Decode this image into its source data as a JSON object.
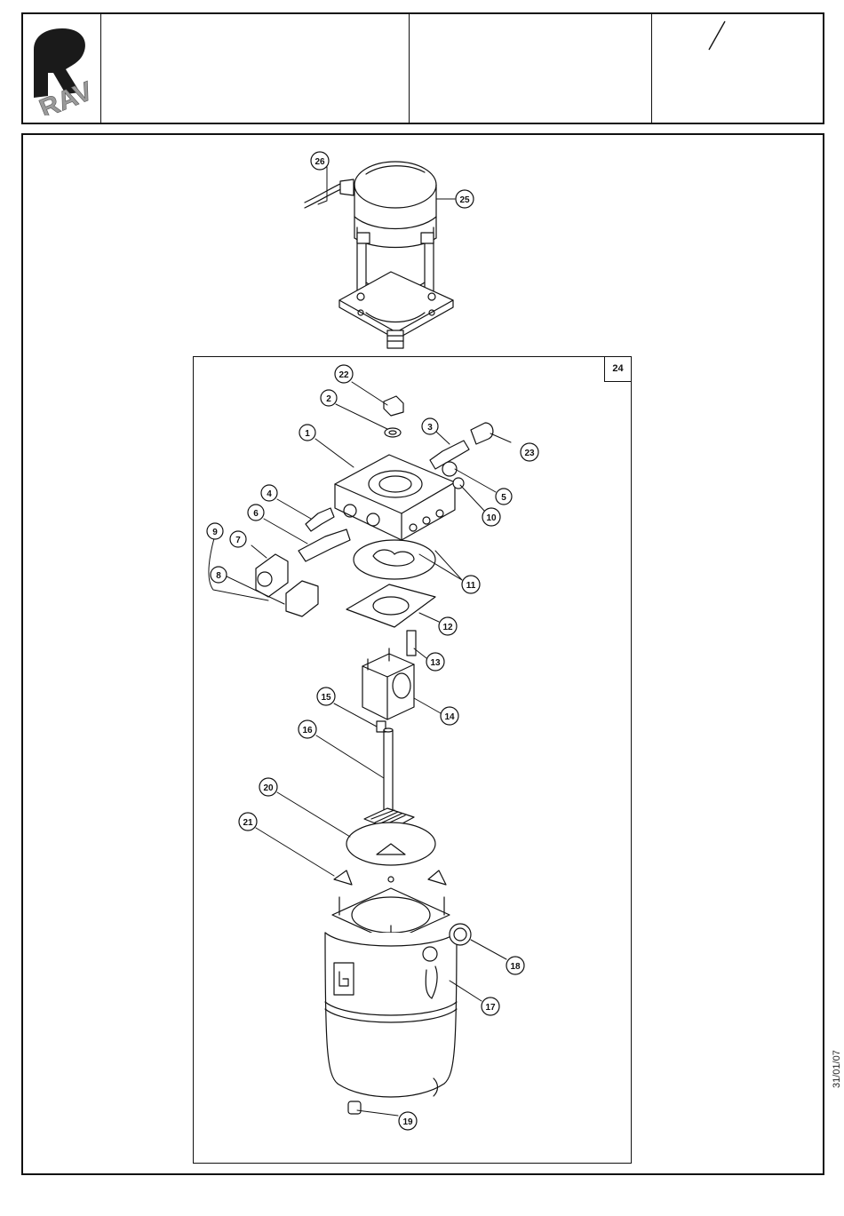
{
  "header": {
    "brand": "RAV",
    "revision_mark": "/"
  },
  "kit": {
    "label": "24"
  },
  "date": "31/01/07",
  "callouts": [
    "1",
    "2",
    "3",
    "4",
    "5",
    "6",
    "7",
    "8",
    "9",
    "10",
    "11",
    "12",
    "13",
    "14",
    "15",
    "16",
    "17",
    "18",
    "19",
    "20",
    "21",
    "22",
    "23",
    "25",
    "26"
  ],
  "colors": {
    "ink": "#111111",
    "logo_dark": "#1a1a1a",
    "logo_grey": "#9a9a9a",
    "paper": "#ffffff"
  }
}
